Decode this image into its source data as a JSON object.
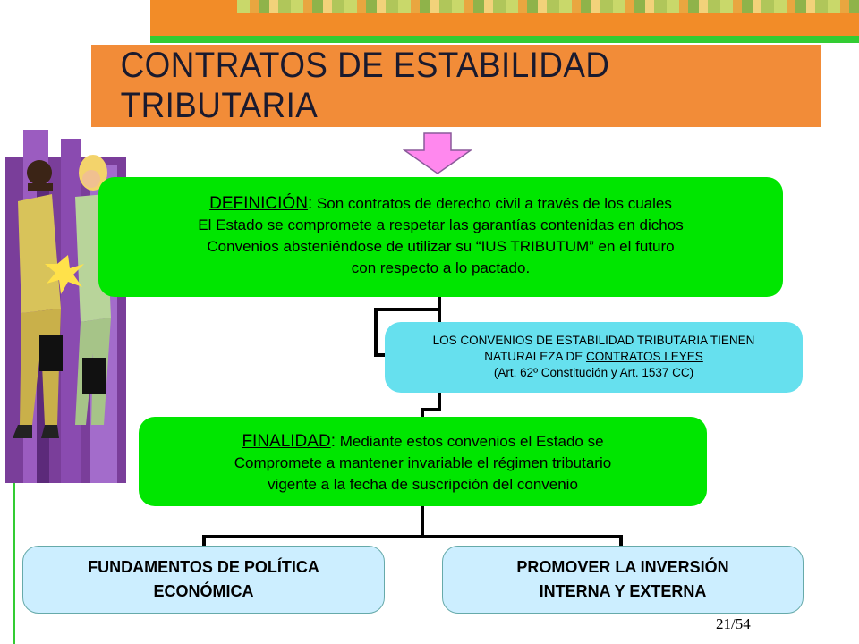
{
  "title": "CONTRATOS DE ESTABILIDAD TRIBUTARIA",
  "definicion": {
    "label": "DEFINICIÓN",
    "colon": ":",
    "line1": "Son contratos de derecho civil a través de los cuales",
    "line2": "El Estado se compromete a respetar las garantías contenidas en dichos",
    "line3": "Convenios absteniéndose de utilizar su “IUS TRIBUTUM” en el futuro",
    "line4": "con respecto a lo pactado."
  },
  "convenios": {
    "line1": "LOS CONVENIOS DE ESTABILIDAD TRIBUTARIA TIENEN",
    "line2_prefix": "NATURALEZA DE ",
    "line2_underlined": "CONTRATOS LEYES",
    "line3": "(Art. 62º Constitución y Art. 1537 CC)"
  },
  "finalidad": {
    "label": "FINALIDAD",
    "colon": ":",
    "line1": "Mediante estos convenios el Estado se",
    "line2": "Compromete a mantener invariable el régimen tributario",
    "line3": "vigente a la fecha  de suscripción del convenio"
  },
  "leaves": {
    "left": {
      "line1": "FUNDAMENTOS DE POLÍTICA",
      "line2": "ECONÓMICA"
    },
    "right": {
      "line1": "PROMOVER LA INVERSIÓN",
      "line2": "INTERNA Y EXTERNA"
    }
  },
  "page_number": "21/54",
  "colors": {
    "orange": "#f28c38",
    "green_box": "#00e600",
    "cyan_box": "#66e0ee",
    "light_blue_box": "#cceeff",
    "arrow": "#ff88ee",
    "accent_line": "#33cc33"
  },
  "icons": {
    "arrow": "down-arrow-icon",
    "clipart": "business-people-handshake-clipart"
  }
}
